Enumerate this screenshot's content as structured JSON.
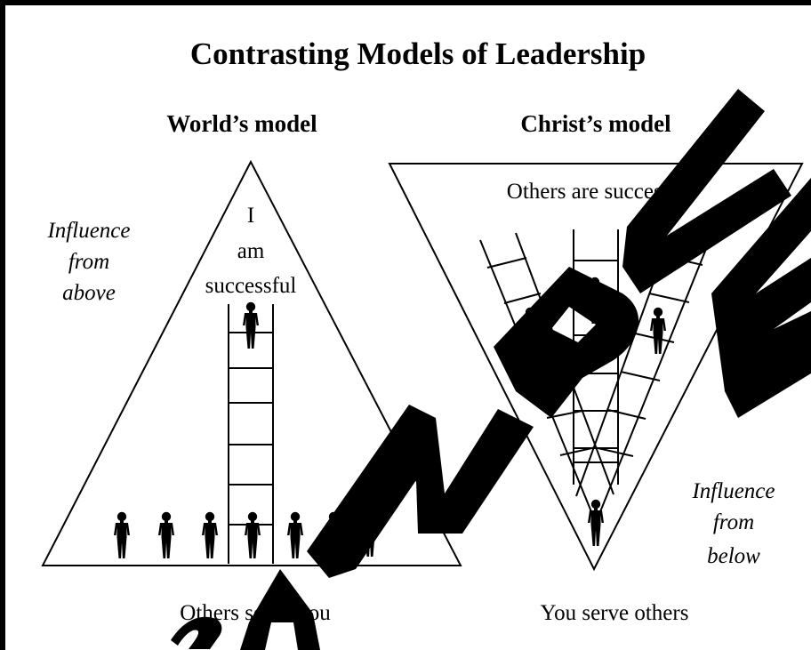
{
  "title": "Contrasting Models of Leadership",
  "worlds_model": {
    "heading": "World’s model",
    "apex_text": [
      "I",
      "am",
      "successful"
    ],
    "side_text": [
      "Influence",
      "from",
      "above"
    ],
    "caption": "Others serve you"
  },
  "christs_model": {
    "heading": "Christ’s model",
    "top_text": "Others are successful",
    "side_text": [
      "Influence",
      "from",
      "below"
    ],
    "caption": "You serve others"
  },
  "watermark": "SAMPLE",
  "colors": {
    "ink": "#000000",
    "background": "#ffffff"
  }
}
